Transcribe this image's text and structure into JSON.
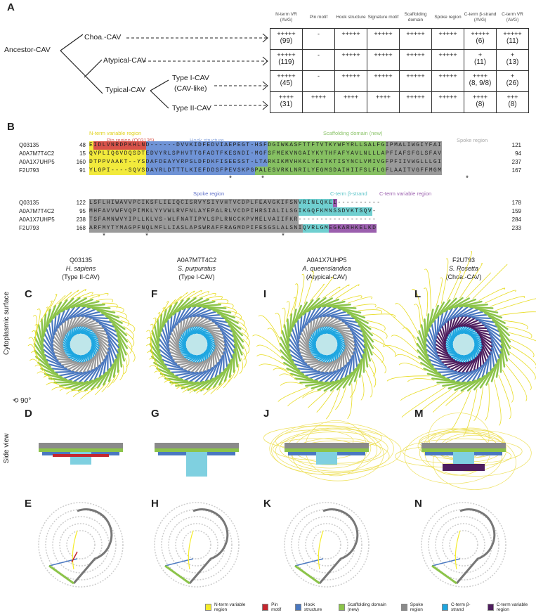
{
  "panel_letters": {
    "A": "A",
    "B": "B",
    "C": "C",
    "D": "D",
    "E": "E",
    "F": "F",
    "G": "G",
    "H": "H",
    "I": "I",
    "J": "J",
    "K": "K",
    "L": "L",
    "M": "M",
    "N": "N"
  },
  "tree": {
    "root": "Ancestor-CAV",
    "choa": "Choa.-CAV",
    "atypical": "Atypical-CAV",
    "typical": "Typical-CAV",
    "type1": "Type I-CAV",
    "type1_sub": "(CAV-like)",
    "type2": "Type II-CAV"
  },
  "table": {
    "headers": [
      "N-term VR (AVG)",
      "Pin motif",
      "Hook structure",
      "Signature motif",
      "Scaffolding domain",
      "Spoke region",
      "C-term β-strand (AVG)",
      "C-term VR (AVG)"
    ],
    "rows": [
      {
        "clade": "Choa.-CAV",
        "cells": [
          [
            "+++++",
            "(99)"
          ],
          [
            "-",
            ""
          ],
          [
            "+++++",
            ""
          ],
          [
            "+++++",
            ""
          ],
          [
            "+++++",
            ""
          ],
          [
            "+++++",
            ""
          ],
          [
            "+++++",
            "(6)"
          ],
          [
            "+++++",
            "(11)"
          ]
        ]
      },
      {
        "clade": "Atypical-CAV",
        "cells": [
          [
            "+++++",
            "(119)"
          ],
          [
            "-",
            ""
          ],
          [
            "+++++",
            ""
          ],
          [
            "+++++",
            ""
          ],
          [
            "+++++",
            ""
          ],
          [
            "+++++",
            ""
          ],
          [
            "+",
            "(11)"
          ],
          [
            "+",
            "(13)"
          ]
        ]
      },
      {
        "clade": "Type I-CAV",
        "cells": [
          [
            "+++++",
            "(45)"
          ],
          [
            "-",
            ""
          ],
          [
            "+++++",
            ""
          ],
          [
            "+++++",
            ""
          ],
          [
            "+++++",
            ""
          ],
          [
            "+++++",
            ""
          ],
          [
            "++++",
            "(8, 9/8)"
          ],
          [
            "+",
            "(26)"
          ]
        ]
      },
      {
        "clade": "Type II-CAV",
        "cells": [
          [
            "++++",
            "(31)"
          ],
          [
            "++++",
            ""
          ],
          [
            "++++",
            ""
          ],
          [
            "++++",
            ""
          ],
          [
            "+++++",
            ""
          ],
          [
            "+++++",
            ""
          ],
          [
            "++++",
            "(8)"
          ],
          [
            "+++",
            "(8)"
          ]
        ]
      }
    ]
  },
  "colors": {
    "nterm": "#f2ea3c",
    "pin": "#d9534a",
    "hook": "#6f93d6",
    "scaffold": "#86c062",
    "spoke": "#9a9a9a",
    "cterm_strand": "#6fcfd0",
    "cterm_vr": "#9b5fae",
    "dash": "#ffffff"
  },
  "legend_colors": {
    "nterm": "#f5ec2a",
    "pin": "#c4262e",
    "hook": "#4a78c0",
    "scaffold": "#8cc44a",
    "spoke": "#8a8a8a",
    "cterm_strand": "#1ea6e0",
    "cterm_vr": "#4e1d5e"
  },
  "alignment": {
    "block1": {
      "labels": {
        "nterm": "N-term variable region",
        "pin": "Pin region (Q03135)",
        "hook": "Hook structure",
        "scaffold": "Scaffolding domain (new)",
        "spoke": "Spoke region"
      },
      "rows": [
        {
          "name": "Q03135",
          "start": "48",
          "end": "121",
          "segs": [
            [
              "nterm",
              "E"
            ],
            [
              "pin",
              "IDLVNRDPKHLN"
            ],
            [
              "hook",
              "D------DVVKIDFEDVIAEPEGT-HSF"
            ],
            [
              "scaffold",
              "DGIWKASFTTFTVTKYWFYRLLSALFG"
            ],
            [
              "spoke",
              "IPMALIWGIYFAI"
            ]
          ]
        },
        {
          "name": "A0A7M7T4C2",
          "start": "15",
          "end": "94",
          "segs": [
            [
              "nterm",
              "QVPLIQGVDQSDT"
            ],
            [
              "hook",
              "EDVYRLSPHVTTGFADTFKESNDI-MGF"
            ],
            [
              "scaffold",
              "SFMEKVNGAIYKYTHFAFYAVLNLLLA"
            ],
            [
              "spoke",
              "PFIAFSFGLSFAV"
            ]
          ]
        },
        {
          "name": "A0A1X7UHP5",
          "start": "160",
          "end": "237",
          "segs": [
            [
              "nterm",
              "DTPPVAAKT--YS"
            ],
            [
              "hook",
              "DAFDEAYVRPSLDFDKFISEESST-LTA"
            ],
            [
              "scaffold",
              "RKIKMVHKKLYEITKTISYNCLVMIVG"
            ],
            [
              "spoke",
              "FPFIIVWGLLLGI"
            ]
          ]
        },
        {
          "name": "F2U793",
          "start": "91",
          "end": "167",
          "segs": [
            [
              "nterm",
              "YLGPI----SQVS"
            ],
            [
              "hook",
              "DAYRLDTTTLKIEFDDSFPEVSKPG"
            ],
            [
              "scaffold",
              "PALESVRKLNRILYEGMSDAIHIIFSLFLG"
            ],
            [
              "spoke",
              "FLAAITVGFFMGM"
            ]
          ]
        }
      ]
    },
    "block2": {
      "labels": {
        "spoke": "Spoke region",
        "cterm_strand": "C-term β-strand",
        "cterm_vr": "C-term variable region"
      },
      "rows": [
        {
          "name": "Q03135",
          "start": "122",
          "end": "178",
          "segs": [
            [
              "spoke",
              "LSFLHIWAVVPCIKSFLIEIQCISRVYSIYVHTVCDPLFEAVGKIFSN"
            ],
            [
              "cterm_strand",
              "VRINLQKE"
            ],
            [
              "cterm_vr",
              "I"
            ],
            [
              "dash",
              "----------"
            ]
          ]
        },
        {
          "name": "A0A7M7T4C2",
          "start": "95",
          "end": "159",
          "segs": [
            [
              "spoke",
              "MHFAVVWFVQPIMKLYYVWLRVFNLAYEPALRLVCDPIHRSIALILSG"
            ],
            [
              "cterm_strand",
              "IKGQFKMNSSDVKTSQV"
            ],
            [
              "dash",
              "-"
            ]
          ]
        },
        {
          "name": "A0A1X7UHP5",
          "start": "238",
          "end": "284",
          "segs": [
            [
              "spoke",
              "TSFAMNWVYIPLLKLVS-WLFNATIPVLSPLRNCCKPVMELVAIIFKR"
            ],
            [
              "dash",
              "------------------"
            ]
          ]
        },
        {
          "name": "F2U793",
          "start": "168",
          "end": "233",
          "segs": [
            [
              "spoke",
              "ARFMYTYMAGPFNQLMFLLIASLAPSWRAFFRAGMDPIFESGSLALSNI"
            ],
            [
              "cterm_strand",
              "QVRLGM"
            ],
            [
              "cterm_vr",
              "EGKARHKELKD"
            ]
          ]
        }
      ]
    },
    "star": "*"
  },
  "species": [
    {
      "id": "Q03135",
      "organism": "H. sapiens",
      "type": "(Type II-CAV)"
    },
    {
      "id": "A0A7M7T4C2",
      "organism": "S. purpuratus",
      "type": "(Type I-CAV)"
    },
    {
      "id": "A0A1X7UHP5",
      "organism": "A. queenslandica",
      "type": "(Atypical-CAV)"
    },
    {
      "id": "F2U793",
      "organism": "S. Rosetta",
      "type": "(Choa.-CAV)"
    }
  ],
  "row_labels": {
    "top": "Cytoplasmic surface",
    "rotate": "90°",
    "side": "Side view"
  },
  "legend": [
    "N-term variable region",
    "Pin motif",
    "Hook structure",
    "Scaffolding domain (new)",
    "Spoke region",
    "C-term β-strand",
    "C-term variable region"
  ]
}
